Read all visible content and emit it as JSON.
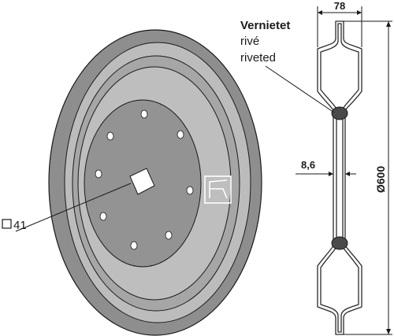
{
  "labels": {
    "rivet_title": "Vernietet",
    "rivet_fr": "rivé",
    "rivet_en": "riveted",
    "width": "78",
    "thickness": "8,6",
    "diameter": "Ø600",
    "square_hole": "41"
  },
  "colors": {
    "disc_outer": "#8e8e8e",
    "disc_ring_light": "#b9b9b9",
    "disc_mid": "#a3a3a3",
    "disc_inner": "#8b8b8b",
    "hub": "#939393",
    "outline": "#1a1a1a"
  }
}
